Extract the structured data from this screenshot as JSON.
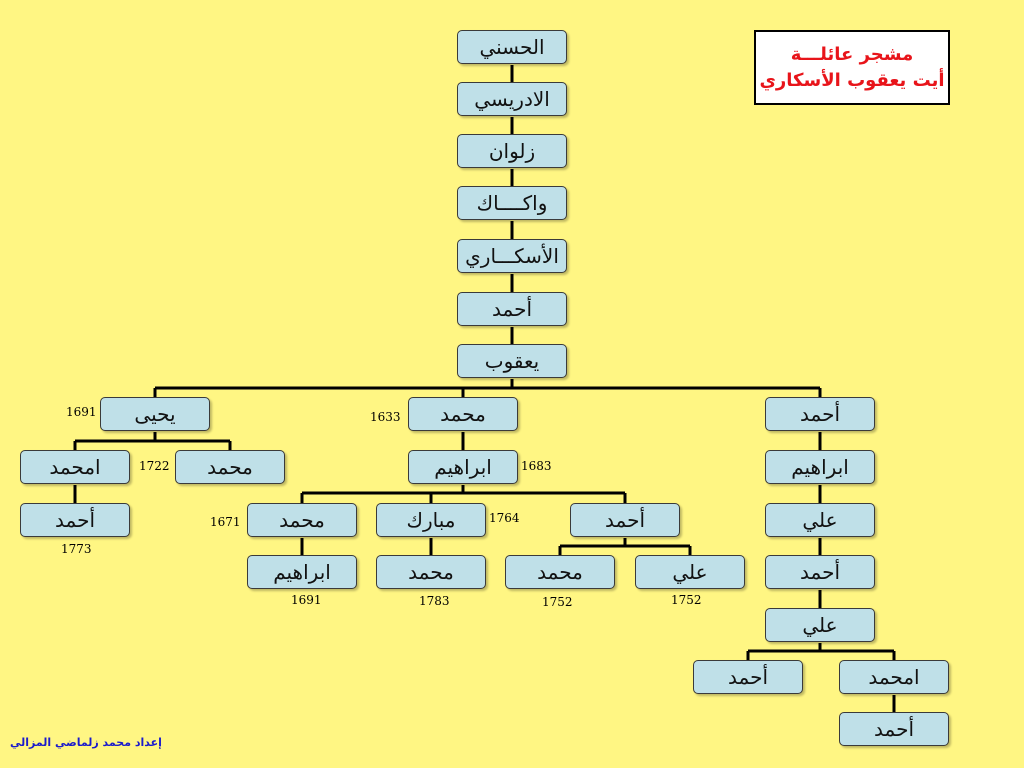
{
  "title": {
    "line1": "مشجر عائلـــة",
    "line2": "أيت يعقوب الأسكاري"
  },
  "credit": "إعداد محمد زلماضي المزالي",
  "colors": {
    "background": "#FFF683",
    "box_fill": "#BFE0E8",
    "title_text": "#E8141A",
    "credit_text": "#1A1ACC"
  },
  "nodes": {
    "hassani": "الحسني",
    "idrissi": "الادريسي",
    "zalwan": "زلوان",
    "wakkak": "واكــــاك",
    "askari": "الأسكـــاري",
    "ahmed_root": "أحمد",
    "yaqub": "يعقوب",
    "yahya": "يحيى",
    "muhammad_mid": "محمد",
    "ahmed_right": "أحمد",
    "amhammed_left": "امحمد",
    "muhammad_left": "محمد",
    "ibrahim_mid": "ابراهيم",
    "ibrahim_right": "ابراهيم",
    "ahmed_left_child": "أحمد",
    "muhammad_gen3": "محمد",
    "mubarak": "مبارك",
    "ahmed_gen3": "أحمد",
    "ali_right_1": "علي",
    "ibrahim_gen4": "ابراهيم",
    "muhammad_gen4": "محمد",
    "muhammad_gen4b": "محمد",
    "ali_gen4": "علي",
    "ahmed_right_2": "أحمد",
    "ali_right_2": "علي",
    "ahmed_gen5": "أحمد",
    "amhammed_gen5": "امحمد",
    "ahmed_gen6": "أحمد"
  },
  "years": {
    "yahya": "1691",
    "muhammad_mid": "1633",
    "muhammad_left": "1722",
    "ibrahim_mid": "1683",
    "muhammad_gen3": "1671",
    "mubarak": "1764",
    "ahmed_left_child": "1773",
    "ibrahim_gen4": "1691",
    "muhammad_gen4": "1783",
    "muhammad_gen4b": "1752",
    "ali_gen4": "1752"
  }
}
